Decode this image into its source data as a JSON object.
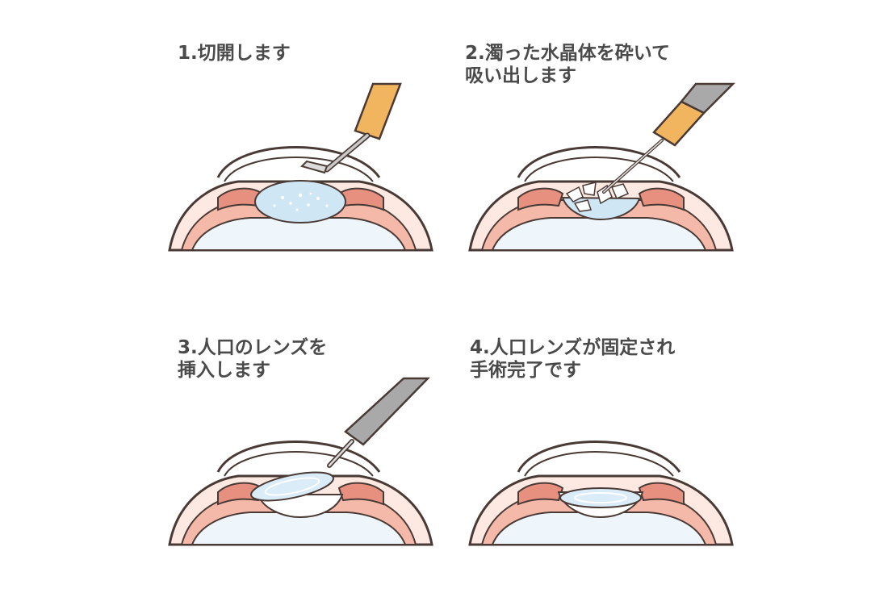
{
  "steps": [
    {
      "lines": [
        "1.切開します"
      ],
      "tool": "hook-knife"
    },
    {
      "lines": [
        "2.濁った水晶体を砕いて",
        "吸い出します"
      ],
      "tool": "phaco-probe"
    },
    {
      "lines": [
        "3.人口のレンズを",
        "挿入します"
      ],
      "tool": "injector"
    },
    {
      "lines": [
        "4.人口レンズが固定され",
        "手術完了です"
      ],
      "tool": "none"
    }
  ],
  "colors": {
    "outline": "#4a3a35",
    "sclera": "#f4b9a8",
    "iris": "#e89080",
    "lens": "#cfe6f5",
    "vitreous": "#eef5fb",
    "handle": "#f2b55f",
    "steel": "#a9a9a9"
  }
}
